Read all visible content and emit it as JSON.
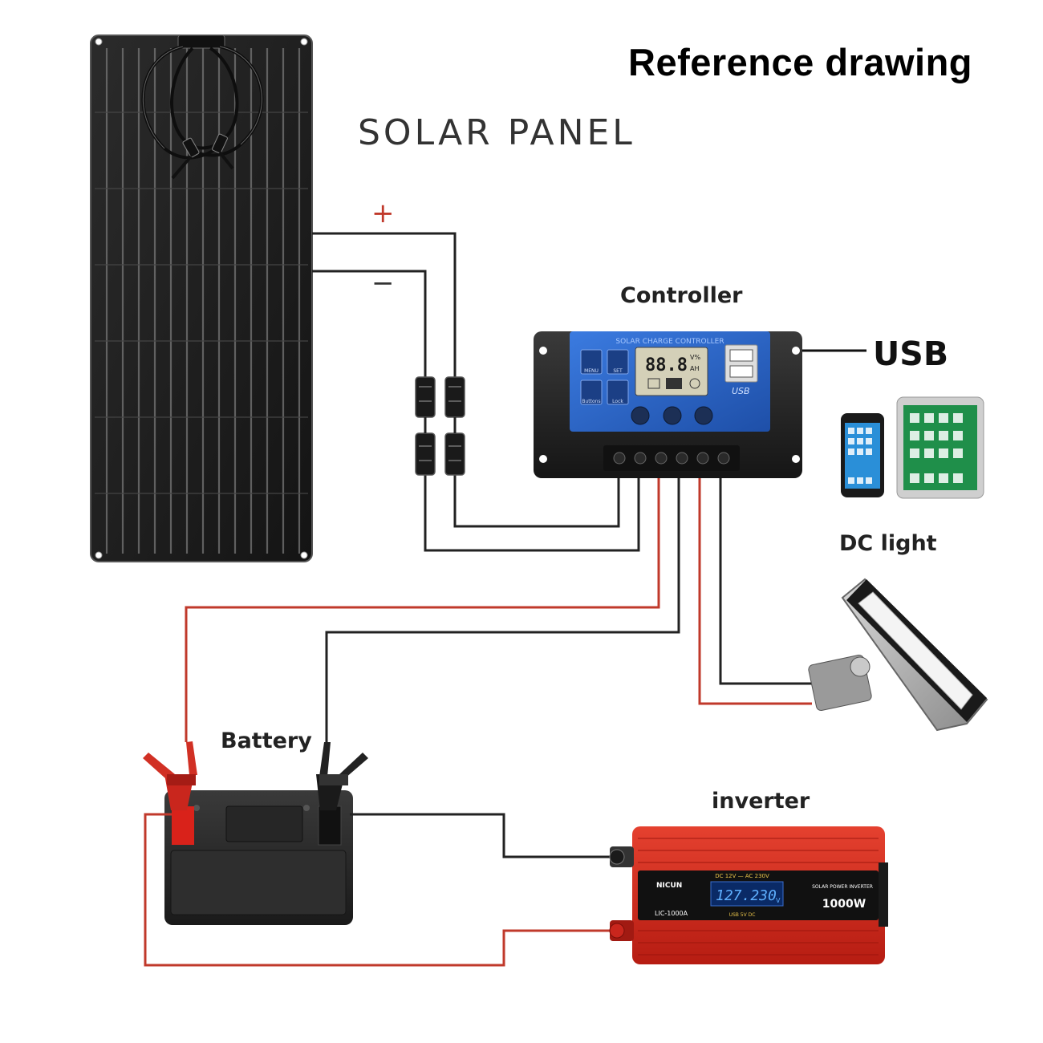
{
  "header": {
    "reference_title": "Reference drawing",
    "solar_panel_title": "SOLAR PANEL"
  },
  "wiring": {
    "positive_symbol": "+",
    "negative_symbol": "−"
  },
  "components": {
    "controller_label": "Controller",
    "usb_label": "USB",
    "dc_light_label": "DC light",
    "battery_label": "Battery",
    "inverter_label": "inverter"
  },
  "controller_device": {
    "panel_title": "SOLAR CHARGE CONTROLLER",
    "display_value": "88.8",
    "display_units_top": "V%",
    "display_units_bottom": "AH",
    "usb_port_text": "USB",
    "button_labels": [
      "MENU",
      "SET",
      "Buttons",
      "Lock"
    ]
  },
  "inverter_device": {
    "brand": "NICUN",
    "display_value": "127.230",
    "display_unit": "V",
    "model": "LIC-1000A",
    "power": "1000W",
    "title_line": "SOLAR POWER INVERTER",
    "spec_line": "DC 12V — AC 230V",
    "usb_line": "USB 5V DC"
  },
  "colors": {
    "wire_black": "#222222",
    "wire_red": "#c0392b",
    "controller_blue": "#2a67c9",
    "inverter_red": "#d82a1e"
  }
}
